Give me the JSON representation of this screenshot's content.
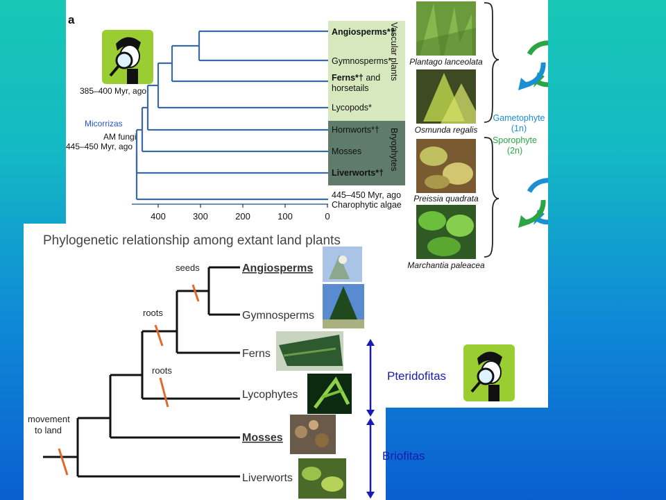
{
  "colors": {
    "tree_top": "#3b6aa0",
    "vascular_box": "#d7e8bf",
    "bryophyte_box": "#5e7b6b",
    "gametophyte": "#1a8fd4",
    "sporophyte": "#2aa544",
    "arrow_blue": "#1a1ab4",
    "slash_orange": "#e06a2c",
    "icon_green": "#9acd32"
  },
  "top_figure": {
    "panel_letter": "a",
    "taxa": {
      "angiosperms": "Angiosperms",
      "angiosperms_marks": "*†",
      "gymnosperms": "Gymnosperms",
      "gymnosperms_marks": "*",
      "ferns": "Ferns",
      "ferns_marks": "*†",
      "ferns_suffix": " and",
      "horsetails": "horsetails",
      "lycopods": "Lycopods",
      "lycopods_marks": "*",
      "hornworts": "Hornworts",
      "hornworts_marks": "*†",
      "mosses": "Mosses",
      "liverworts": "Liverworts",
      "liverworts_marks": "*†",
      "charophyte_age": "445–450 Myr, ago",
      "charophyte": "Charophytic algae"
    },
    "group_labels": {
      "vascular": "Vascular plants",
      "bryophytes": "Bryophytes"
    },
    "node_labels": {
      "vascular_age": "385–400 Myr, ago",
      "am_fungi": "AM fungi",
      "land_age": "445–450 Myr, ago"
    },
    "axis_ticks": [
      "400",
      "300",
      "200",
      "100",
      "0"
    ],
    "species": [
      "Plantago lanceolata",
      "Osmunda regalis",
      "Preissia quadrata",
      "Marchantia paleacea"
    ],
    "life_cycle": {
      "gametophyte": "Gametophyte",
      "gametophyte_ploidy": "(1n)",
      "sporophyte": "Sporophyte",
      "sporophyte_ploidy": "(2n)"
    }
  },
  "bottom_figure": {
    "title": "Phylogenetic relationship among extant land plants",
    "taxa": {
      "angiosperms": "Angiosperms",
      "gymnosperms": "Gymnosperms",
      "ferns": "Ferns",
      "lycophytes": "Lycophytes",
      "mosses": "Mosses",
      "liverworts": "Liverworts"
    },
    "innovations": {
      "seeds": "seeds",
      "roots_upper": "roots",
      "roots_lower": "roots",
      "movement_line1": "movement",
      "movement_line2": "to land"
    }
  },
  "overlay_labels": {
    "micorrizas": "Micorrizas",
    "pteridofitas": "Pteridofitas",
    "briofitas": "Briofitas"
  }
}
